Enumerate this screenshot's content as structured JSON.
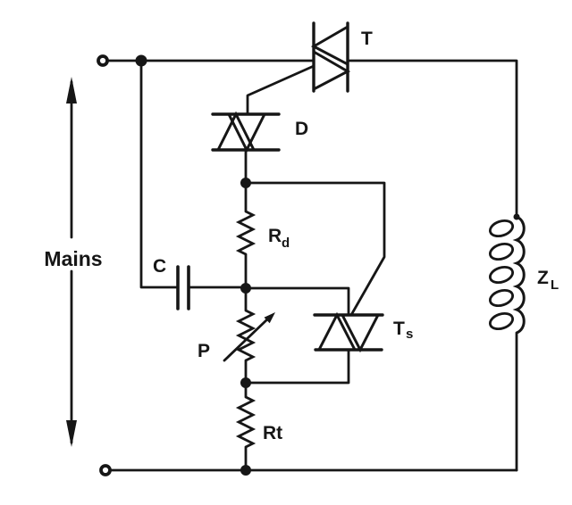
{
  "figure": {
    "background_color": "#ffffff",
    "ink_color": "#161616",
    "labels": {
      "mains": {
        "text": "Mains"
      },
      "triac_t": {
        "text": "T"
      },
      "diac_d": {
        "text": "D"
      },
      "resistor_rd": {
        "text": "R",
        "sub": "d"
      },
      "capacitor_c": {
        "text": "C"
      },
      "potentiometer_p": {
        "text": "P"
      },
      "triac_ts": {
        "text": "T",
        "sub": "s"
      },
      "resistor_rt": {
        "text": "Rt"
      },
      "load_zl": {
        "text": "Z",
        "sub": "L"
      }
    }
  }
}
